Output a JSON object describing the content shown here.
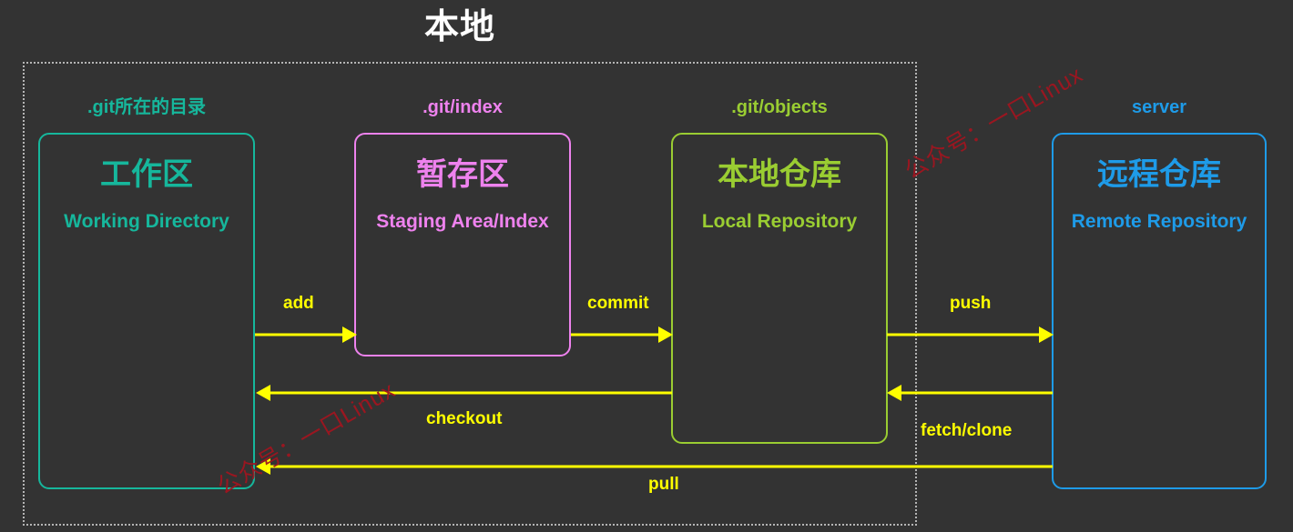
{
  "title": "本地",
  "colors": {
    "background": "#333333",
    "title": "#ffffff",
    "container_border": "#b5b5b5",
    "working": "#16b79c",
    "staging": "#ee82ee",
    "local_repo": "#9acd32",
    "remote_repo": "#1e9be8",
    "arrow": "#ffff00",
    "watermark": "#a01520"
  },
  "zones": [
    {
      "key": "working",
      "caption": ".git所在的目录",
      "cn": "工作区",
      "en": "Working Directory",
      "color": "#16b79c"
    },
    {
      "key": "staging",
      "caption": ".git/index",
      "cn": "暂存区",
      "en": "Staging Area/Index",
      "color": "#ee82ee"
    },
    {
      "key": "local_repo",
      "caption": ".git/objects",
      "cn": "本地仓库",
      "en": "Local Repository",
      "color": "#9acd32"
    },
    {
      "key": "remote_repo",
      "caption": "server",
      "cn": "远程仓库",
      "en": "Remote Repository",
      "color": "#1e9be8"
    }
  ],
  "arrows": [
    {
      "key": "add",
      "label": "add",
      "from": "working",
      "to": "staging",
      "direction": "right"
    },
    {
      "key": "commit",
      "label": "commit",
      "from": "staging",
      "to": "local_repo",
      "direction": "right"
    },
    {
      "key": "push",
      "label": "push",
      "from": "local_repo",
      "to": "remote_repo",
      "direction": "right"
    },
    {
      "key": "checkout",
      "label": "checkout",
      "from": "local_repo",
      "to": "working",
      "direction": "left"
    },
    {
      "key": "fetch_clone",
      "label": "fetch/clone",
      "from": "remote_repo",
      "to": "local_repo",
      "direction": "left"
    },
    {
      "key": "pull",
      "label": "pull",
      "from": "remote_repo",
      "to": "working",
      "direction": "left"
    }
  ],
  "watermarks": [
    {
      "text": "公众号：一口Linux"
    },
    {
      "text": "公众号：一口Linux"
    }
  ]
}
